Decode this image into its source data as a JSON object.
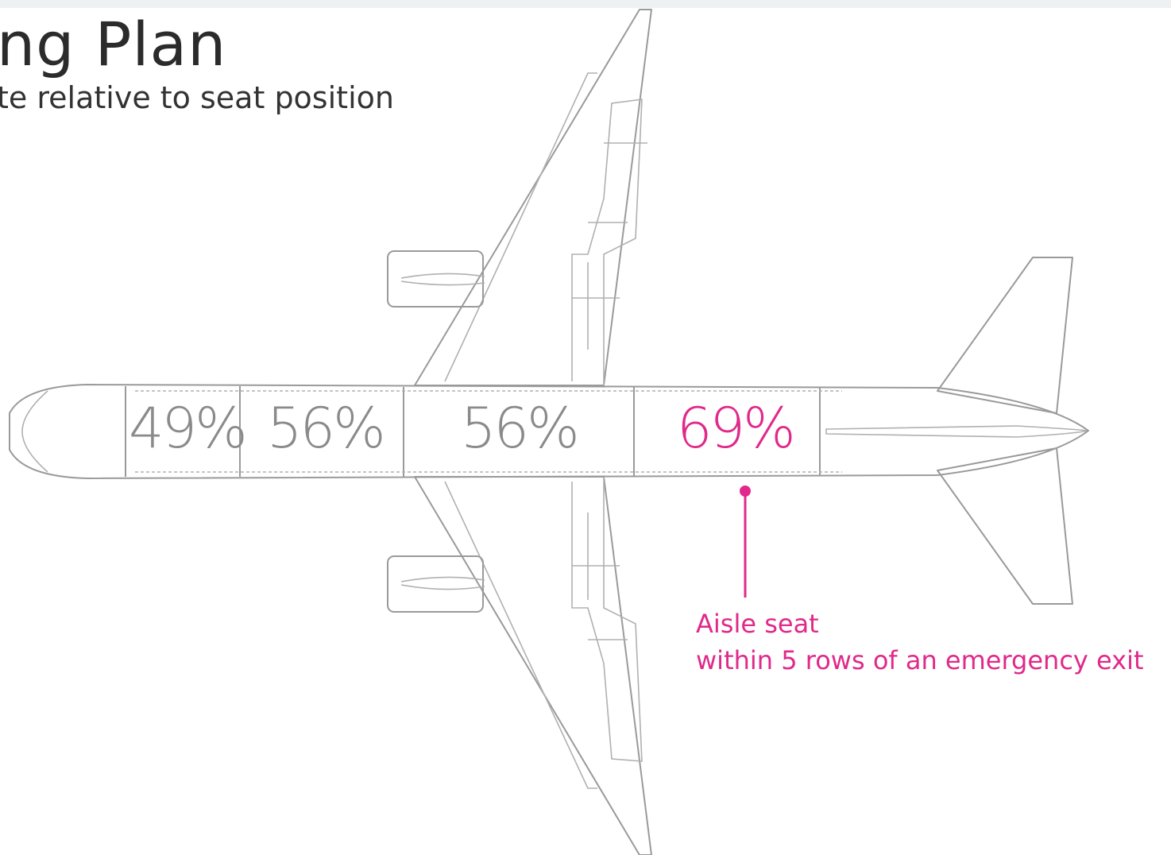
{
  "header": {
    "title": "ng Plan",
    "subtitle": "te relative to seat position"
  },
  "sections": [
    {
      "label": "49%",
      "value": 49,
      "highlight": false
    },
    {
      "label": "56%",
      "value": 56,
      "highlight": false
    },
    {
      "label": "56%",
      "value": 56,
      "highlight": false
    },
    {
      "label": "69%",
      "value": 69,
      "highlight": true
    }
  ],
  "annotation": {
    "line1": "Aisle seat",
    "line2": "within 5 rows of an emergency exit"
  },
  "source": "",
  "colors": {
    "accent": "#e0298a",
    "outline": "#9a9a9a",
    "label": "#8a8a8a",
    "topbar": "#eef1f1"
  }
}
